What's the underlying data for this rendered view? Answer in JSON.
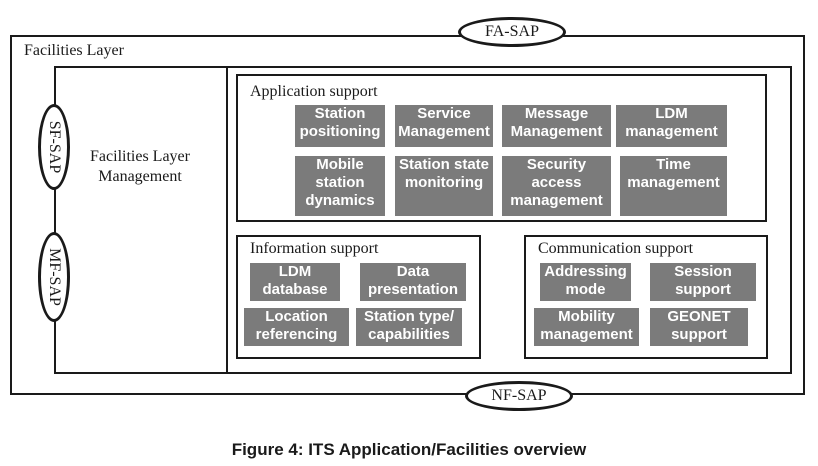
{
  "diagram": {
    "outer_layer": {
      "label": "Facilities Layer"
    },
    "management": {
      "label": "Facilities Layer\nManagement"
    },
    "saps": {
      "top": "FA-SAP",
      "bottom": "NF-SAP",
      "left_upper": "SF-SAP",
      "left_lower": "MF-SAP"
    },
    "application_support": {
      "title": "Application support",
      "functions": [
        "Station\npositioning",
        "Service\nManagement",
        "Message\nManagement",
        "LDM\nmanagement",
        "Mobile\nstation\ndynamics",
        "Station state\nmonitoring",
        "Security\naccess\nmanagement",
        "Time\nmanagement"
      ]
    },
    "information_support": {
      "title": "Information support",
      "functions": [
        "LDM\ndatabase",
        "Data\npresentation",
        "Location\nreferencing",
        "Station type/\ncapabilities"
      ]
    },
    "communication_support": {
      "title": "Communication support",
      "functions": [
        "Addressing\nmode",
        "Session\nsupport",
        "Mobility\nmanagement",
        "GEONET\nsupport"
      ]
    },
    "colors": {
      "function_fill": "#7b7b7b",
      "function_text": "#ffffff",
      "line": "#1a1a1a"
    }
  },
  "caption": "Figure 4: ITS Application/Facilities overview"
}
